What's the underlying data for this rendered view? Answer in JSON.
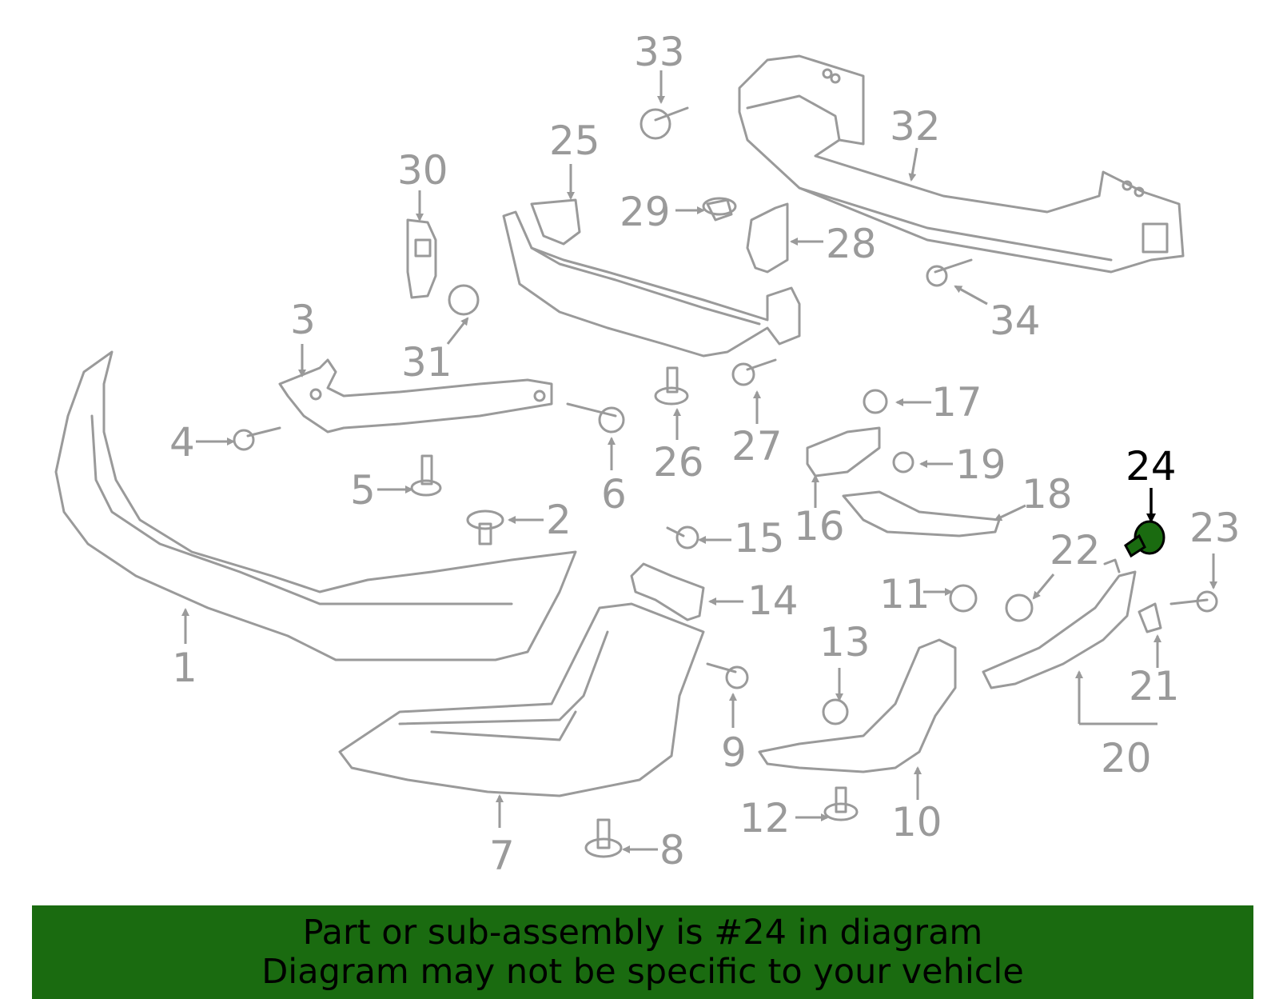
{
  "diagram": {
    "highlighted_part": "24",
    "highlight_color": "#1a6b10",
    "callouts": [
      "1",
      "2",
      "3",
      "4",
      "5",
      "6",
      "7",
      "8",
      "9",
      "10",
      "11",
      "12",
      "13",
      "14",
      "15",
      "16",
      "17",
      "18",
      "19",
      "20",
      "21",
      "22",
      "23",
      "24",
      "25",
      "26",
      "27",
      "28",
      "29",
      "30",
      "31",
      "32",
      "33",
      "34"
    ]
  },
  "banner": {
    "line1": "Part or sub-assembly is #24 in diagram",
    "line2": "Diagram may not be specific to your vehicle",
    "background": "#1a6b10"
  }
}
